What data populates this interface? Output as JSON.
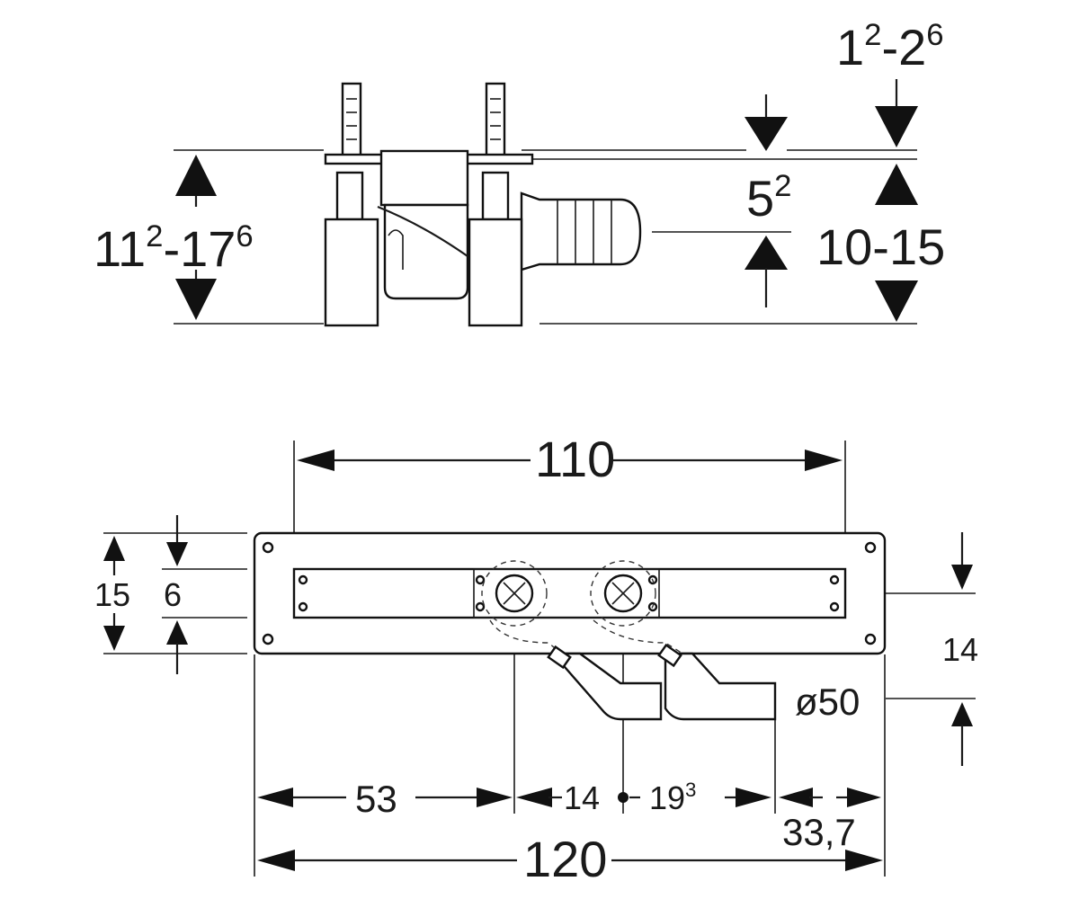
{
  "colors": {
    "line": "#1a1a1a",
    "background": "#ffffff"
  },
  "side_view": {
    "dim_total_height": {
      "base": "11",
      "sup1": "2",
      "mid": "-17",
      "sup2": "6"
    },
    "dim_cover": {
      "base": "1",
      "sup1": "2",
      "mid": "-2",
      "sup2": "6"
    },
    "dim_offset": {
      "base": "5",
      "sup": "2"
    },
    "dim_depth": "10-15"
  },
  "plan_view": {
    "dim_channel_length": "110",
    "dim_total_length": "120",
    "dim_width_outer": "15",
    "dim_width_inner": "6",
    "dim_outlet_offset": "14",
    "dim_left": "53",
    "dim_mid": "14",
    "dim_right": {
      "base": "19",
      "sup": "3"
    },
    "dim_pipe": "33,7",
    "dim_diameter": "ø50"
  }
}
